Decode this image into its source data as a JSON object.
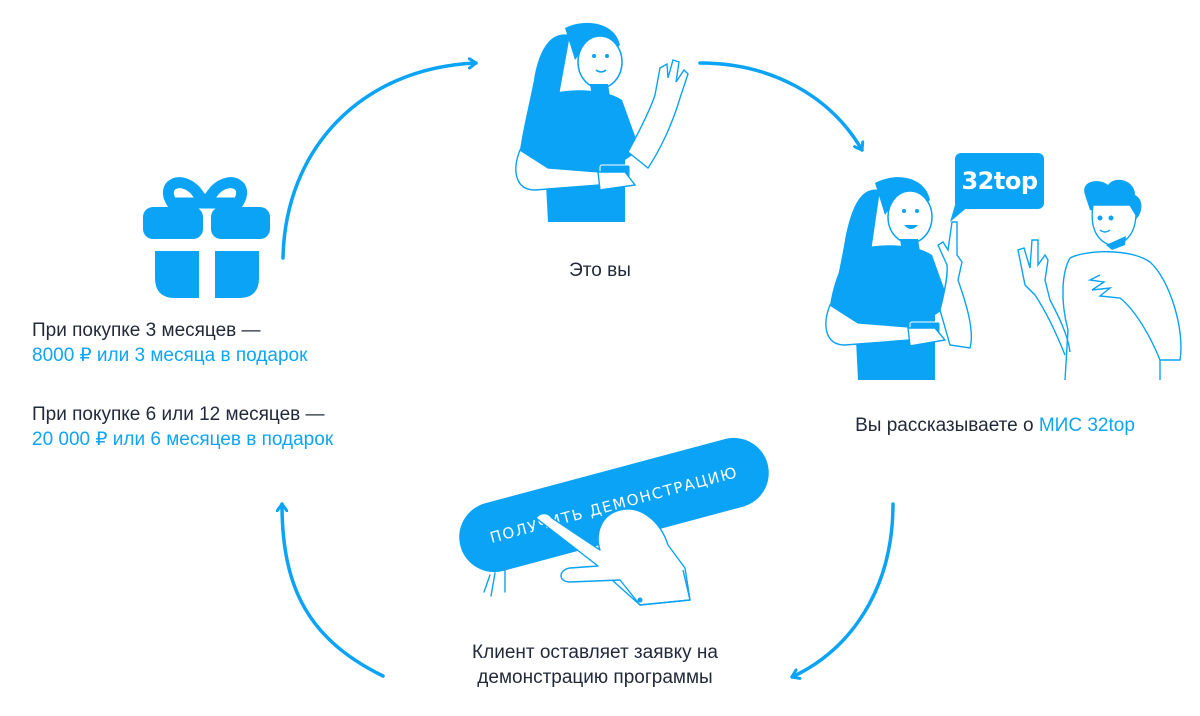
{
  "colors": {
    "accent": "#0aa3f5",
    "text": "#222a3a",
    "link_text": "#0ea5f2",
    "outline": "#0aa3f5"
  },
  "steps": {
    "you": {
      "label": "Это вы",
      "icon": "woman-waving-illustration"
    },
    "tell": {
      "label_prefix": "Вы рассказываете о ",
      "label_highlight": "МИС 32top",
      "bubble_text": "32top",
      "icon": "woman-and-man-conversation-illustration"
    },
    "client": {
      "label_line1": "Клиент оставляет заявку на",
      "label_line2": "демонстрацию программы",
      "button_label": "ПОЛУЧИТЬ ДЕМОНСТРАЦИЮ",
      "icon": "hand-pressing-button-illustration"
    },
    "reward": {
      "icon": "gift-icon",
      "offers": [
        {
          "title": "При покупке 3 месяцев —",
          "value": "8000 ₽ или 3 месяца в подарок"
        },
        {
          "title": "При покупке 6 или 12 месяцев —",
          "value": "20 000 ₽ или 6 месяцев в подарок"
        }
      ]
    }
  },
  "arrows": [
    "arrow-reward-to-you",
    "arrow-you-to-tell",
    "arrow-tell-to-client",
    "arrow-client-to-reward"
  ]
}
